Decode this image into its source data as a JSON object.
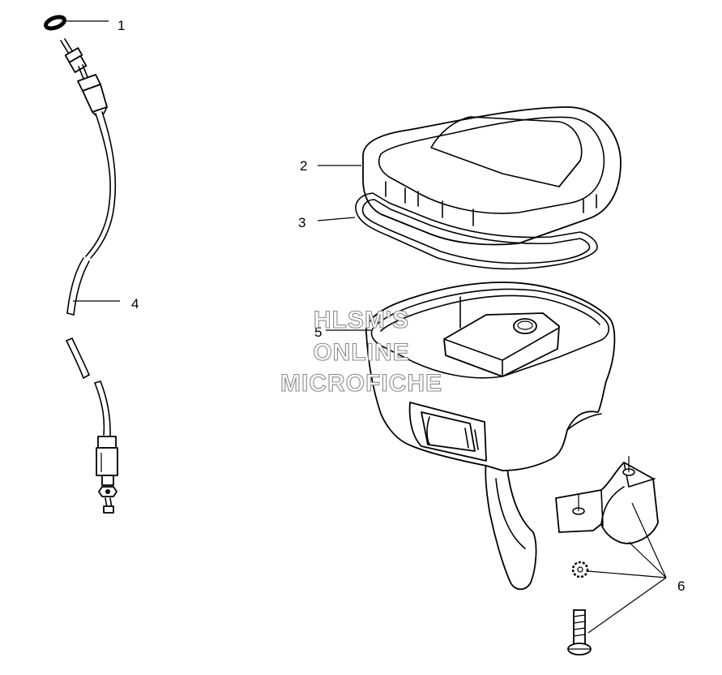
{
  "callouts": [
    {
      "id": 1,
      "label": "1"
    },
    {
      "id": 2,
      "label": "2"
    },
    {
      "id": 3,
      "label": "3"
    },
    {
      "id": 4,
      "label": "4"
    },
    {
      "id": 5,
      "label": "5"
    },
    {
      "id": 6,
      "label": "6"
    }
  ],
  "watermark": {
    "line1": "HLSM'S",
    "line2": "ONLINE",
    "line3": "MICROFICHE"
  }
}
